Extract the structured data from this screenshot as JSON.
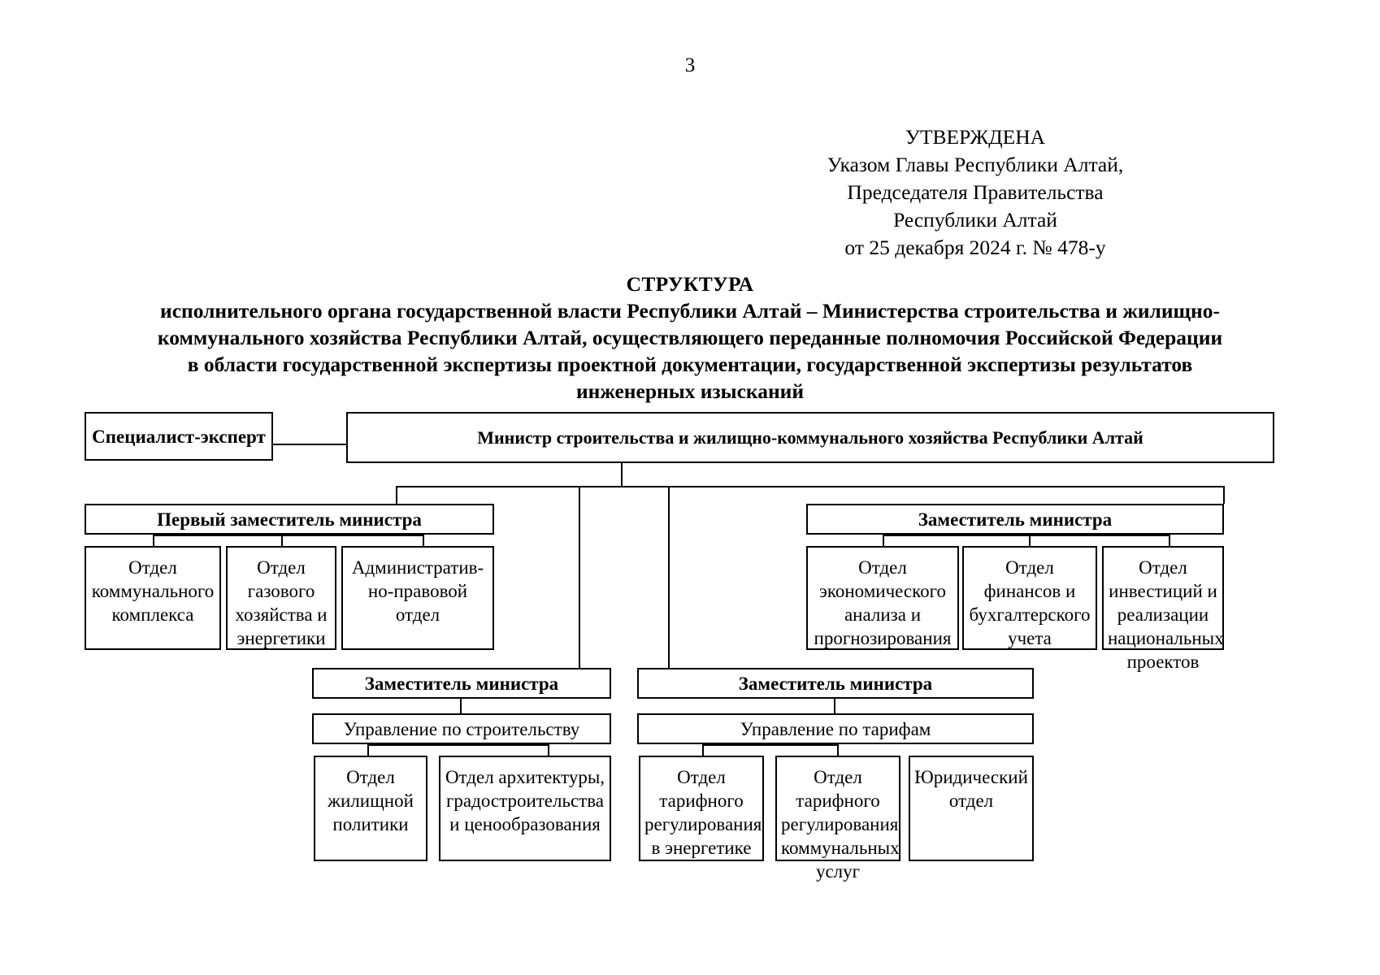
{
  "page": {
    "number": "3"
  },
  "approval": {
    "lines": [
      "УТВЕРЖДЕНА",
      "Указом Главы Республики Алтай,",
      "Председателя Правительства",
      "Республики Алтай",
      "от 25 декабря 2024 г. № 478-у"
    ]
  },
  "title": {
    "heading": "СТРУКТУРА",
    "subtitle_lines": [
      "исполнительного органа государственной власти Республики Алтай – Министерства строительства и жилищно-",
      "коммунального хозяйства Республики Алтай, осуществляющего переданные полномочия Российской Федерации",
      "в области государственной экспертизы проектной документации, государственной экспертизы результатов",
      "инженерных изысканий"
    ]
  },
  "chart_data": {
    "type": "diagram",
    "title": "Организационная структура Министерства строительства и жилищно-коммунального хозяйства Республики Алтай",
    "nodes": [
      {
        "id": "specialist",
        "label": "Специалист-эксперт"
      },
      {
        "id": "minister",
        "label": "Министр строительства и жилищно-коммунального хозяйства Республики Алтай"
      },
      {
        "id": "first_deputy",
        "label": "Первый заместитель министра"
      },
      {
        "id": "deputy_econ",
        "label": "Заместитель министра"
      },
      {
        "id": "deputy_build",
        "label": "Заместитель министра"
      },
      {
        "id": "deputy_tariff",
        "label": "Заместитель министра"
      },
      {
        "id": "dept_communal",
        "label": "Отдел коммунального комплекса"
      },
      {
        "id": "dept_gas",
        "label": "Отдел газового хозяйства и энергетики"
      },
      {
        "id": "dept_admin_legal",
        "label": "Административ-но-правовой отдел"
      },
      {
        "id": "dept_econ",
        "label": "Отдел экономического анализа и прогнозирования"
      },
      {
        "id": "dept_finance",
        "label": "Отдел финансов и бухгалтерского учета"
      },
      {
        "id": "dept_invest",
        "label": "Отдел инвестиций и реализации национальных проектов"
      },
      {
        "id": "dir_construction",
        "label": "Управление по строительству"
      },
      {
        "id": "dir_tariffs",
        "label": "Управление по тарифам"
      },
      {
        "id": "dept_housing",
        "label": "Отдел жилищной политики"
      },
      {
        "id": "dept_architecture",
        "label": "Отдел архитектуры, градостроительства и ценообразования"
      },
      {
        "id": "dept_tariff_energy",
        "label": "Отдел тарифного регулирования в энергетике"
      },
      {
        "id": "dept_tariff_comm",
        "label": "Отдел тарифного регулирования коммунальных услуг"
      },
      {
        "id": "dept_legal",
        "label": "Юридический отдел"
      }
    ],
    "edges": [
      {
        "from": "specialist",
        "to": "minister"
      },
      {
        "from": "minister",
        "to": "first_deputy"
      },
      {
        "from": "minister",
        "to": "deputy_econ"
      },
      {
        "from": "minister",
        "to": "deputy_build"
      },
      {
        "from": "minister",
        "to": "deputy_tariff"
      },
      {
        "from": "first_deputy",
        "to": "dept_communal"
      },
      {
        "from": "first_deputy",
        "to": "dept_gas"
      },
      {
        "from": "first_deputy",
        "to": "dept_admin_legal"
      },
      {
        "from": "deputy_econ",
        "to": "dept_econ"
      },
      {
        "from": "deputy_econ",
        "to": "dept_finance"
      },
      {
        "from": "deputy_econ",
        "to": "dept_invest"
      },
      {
        "from": "deputy_build",
        "to": "dir_construction"
      },
      {
        "from": "dir_construction",
        "to": "dept_housing"
      },
      {
        "from": "dir_construction",
        "to": "dept_architecture"
      },
      {
        "from": "deputy_tariff",
        "to": "dir_tariffs"
      },
      {
        "from": "dir_tariffs",
        "to": "dept_tariff_energy"
      },
      {
        "from": "dir_tariffs",
        "to": "dept_tariff_comm"
      },
      {
        "from": "dir_tariffs",
        "to": "dept_legal"
      }
    ]
  },
  "boxes": {
    "specialist": "Специалист-эксперт",
    "minister": "Министр строительства и жилищно-коммунального хозяйства Республики Алтай",
    "first_deputy": "Первый заместитель министра",
    "deputy_econ": "Заместитель министра",
    "deputy_build": "Заместитель министра",
    "deputy_tariff": "Заместитель министра",
    "dept_communal_l1": "Отдел",
    "dept_communal_l2": "коммунального",
    "dept_communal_l3": "комплекса",
    "dept_gas_l1": "Отдел",
    "dept_gas_l2": "газового",
    "dept_gas_l3": "хозяйства и",
    "dept_gas_l4": "энергетики",
    "dept_admin_l1": "Административ-",
    "dept_admin_l2": "но-правовой",
    "dept_admin_l3": "отдел",
    "dept_econ_l1": "Отдел",
    "dept_econ_l2": "экономического",
    "dept_econ_l3": "анализа и",
    "dept_econ_l4": "прогнозирования",
    "dept_finance_l1": "Отдел",
    "dept_finance_l2": "финансов и",
    "dept_finance_l3": "бухгалтерского",
    "dept_finance_l4": "учета",
    "dept_invest_l1": "Отдел",
    "dept_invest_l2": "инвестиций и",
    "dept_invest_l3": "реализации",
    "dept_invest_l4": "национальных проектов",
    "dir_construction": "Управление по строительству",
    "dir_tariffs": "Управление по тарифам",
    "dept_housing_l1": "Отдел",
    "dept_housing_l2": "жилищной",
    "dept_housing_l3": "политики",
    "dept_arch_l1": "Отдел архитектуры,",
    "dept_arch_l2": "градостроительства",
    "dept_arch_l3": "и ценообразования",
    "dept_tar_energy_l1": "Отдел",
    "dept_tar_energy_l2": "тарифного",
    "dept_tar_energy_l3": "регулирования",
    "dept_tar_energy_l4": "в энергетике",
    "dept_tar_comm_l1": "Отдел",
    "dept_tar_comm_l2": "тарифного",
    "dept_tar_comm_l3": "регулирования",
    "dept_tar_comm_l4": "коммунальных",
    "dept_tar_comm_l5": "услуг",
    "dept_legal_l1": "Юридический",
    "dept_legal_l2": "отдел"
  }
}
